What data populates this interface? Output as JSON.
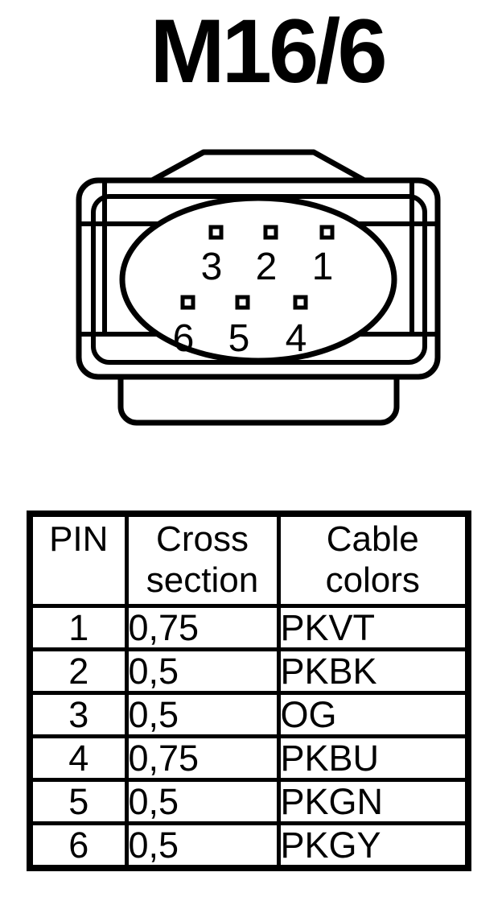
{
  "title": "M16/6",
  "colors": {
    "ink": "#000000",
    "background": "#ffffff"
  },
  "connector": {
    "pins": [
      {
        "label": "1"
      },
      {
        "label": "2"
      },
      {
        "label": "3"
      },
      {
        "label": "4"
      },
      {
        "label": "5"
      },
      {
        "label": "6"
      }
    ]
  },
  "table": {
    "headers": [
      "PIN",
      "Cross section",
      "Cable colors"
    ],
    "rows": [
      [
        "1",
        "0,75",
        "PKVT"
      ],
      [
        "2",
        "0,5",
        "PKBK"
      ],
      [
        "3",
        "0,5",
        "OG"
      ],
      [
        "4",
        "0,75",
        "PKBU"
      ],
      [
        "5",
        "0,5",
        "PKGN"
      ],
      [
        "6",
        "0,5",
        "PKGY"
      ]
    ]
  }
}
